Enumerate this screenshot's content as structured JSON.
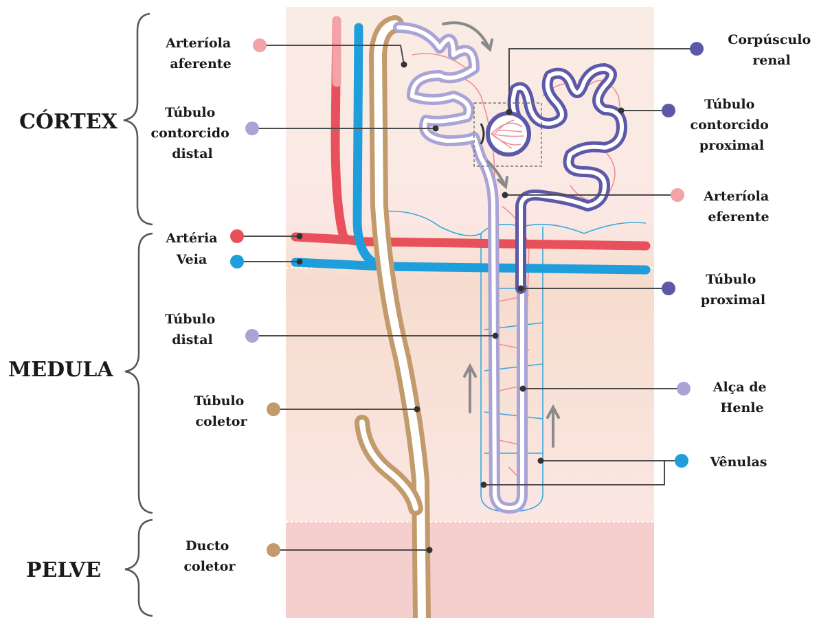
{
  "regions": {
    "cortex": "CÓRTEX",
    "medula": "MEDULA",
    "pelve": "PELVE"
  },
  "labels": {
    "arteriola_aferente": [
      "Arteríola",
      "aferente"
    ],
    "tubulo_contorcido_distal": [
      "Túbulo",
      "contorcido",
      "distal"
    ],
    "arteria": "Artéria",
    "veia": "Veia",
    "tubulo_distal": [
      "Túbulo",
      "distal"
    ],
    "tubulo_coletor": [
      "Túbulo",
      "coletor"
    ],
    "ducto_coletor": [
      "Ducto",
      "coletor"
    ],
    "corpusculo_renal": [
      "Corpúsculo",
      "renal"
    ],
    "tubulo_contorcido_proximal": [
      "Túbulo",
      "contorcido",
      "proximal"
    ],
    "arteriola_eferente": [
      "Arteríola",
      "eferente"
    ],
    "tubulo_proximal": [
      "Túbulo",
      "proximal"
    ],
    "alca_de_henle": [
      "Alça de",
      "Henle"
    ],
    "venulas": "Vênulas"
  },
  "colors": {
    "artery": "#e8505b",
    "artery_light": "#f3a3a8",
    "vein": "#1e9fdc",
    "collecting": "#c29a6b",
    "distal_tubule": "#a9a3d6",
    "proximal_tubule": "#5d59a8",
    "cortex_bg": "#fbeee9",
    "medulla_bg": "#f7e0d2",
    "pelvis_bg": "#f6d5d3"
  }
}
